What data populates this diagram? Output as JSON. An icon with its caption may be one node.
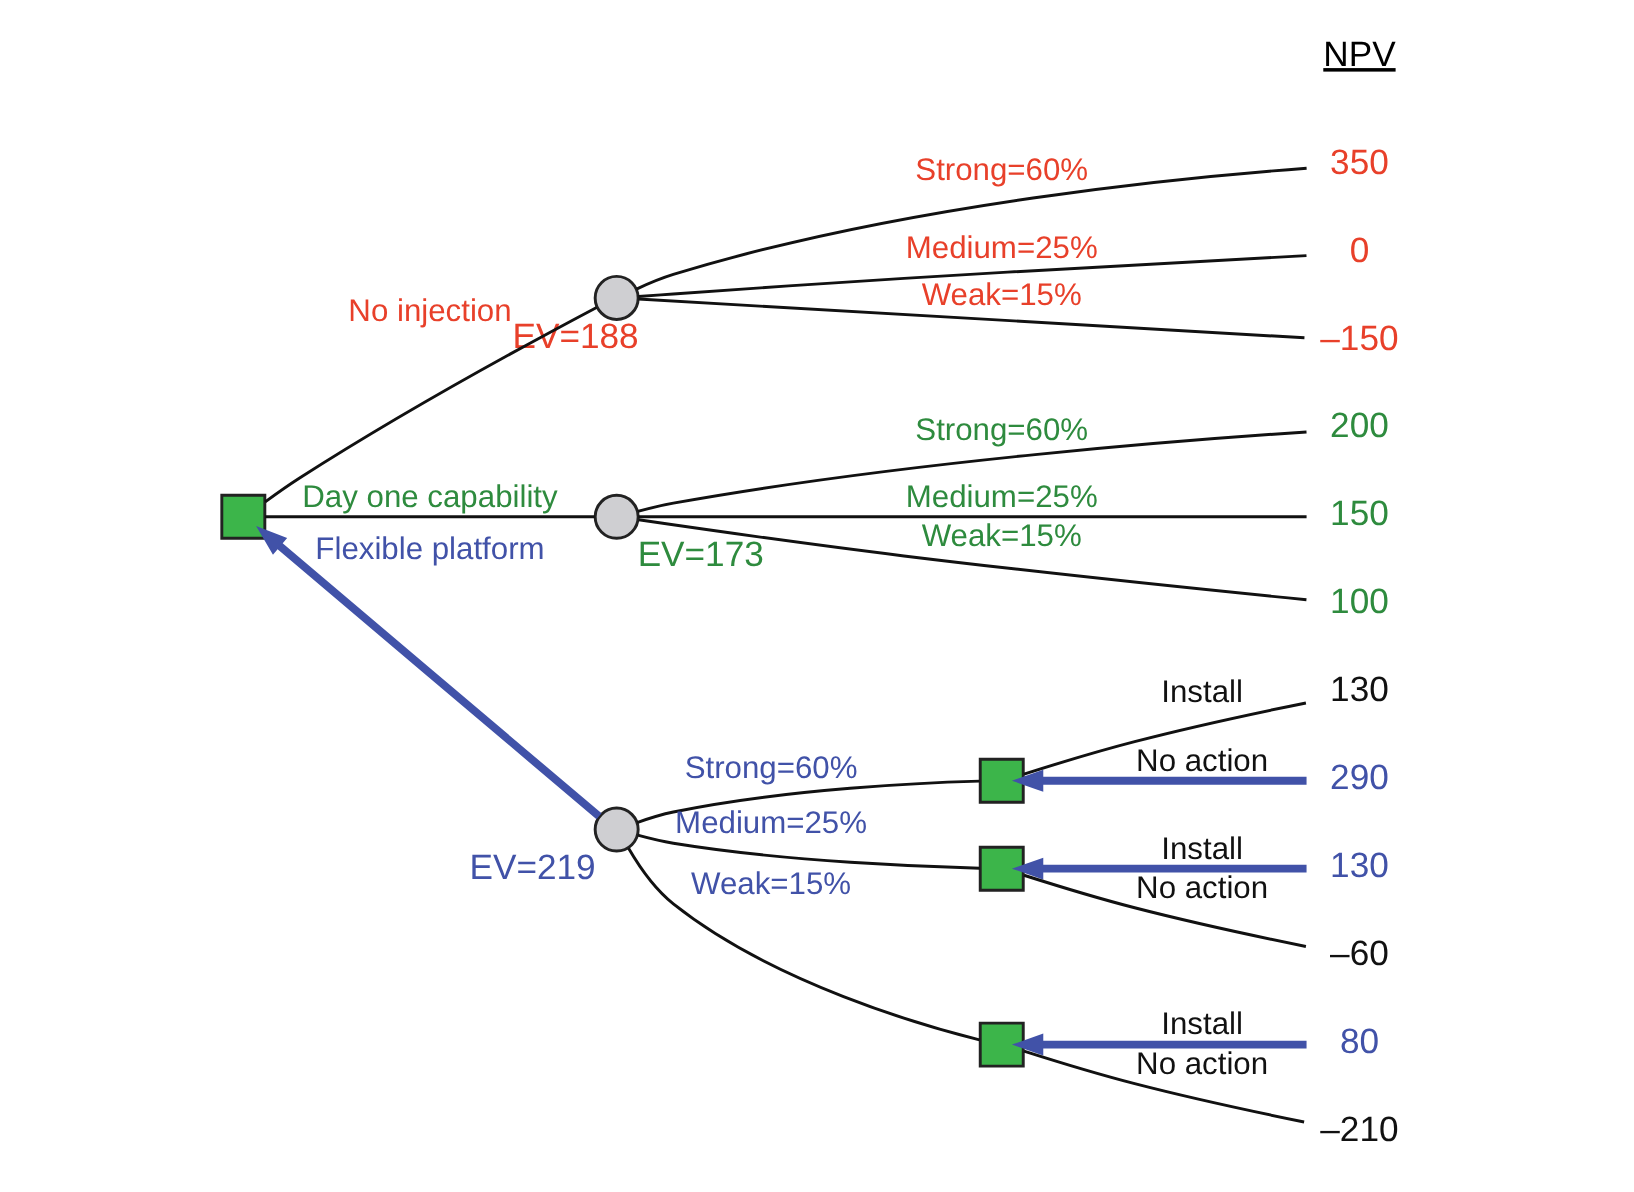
{
  "diagram": {
    "nodes": [
      {
        "text": [],
        "shape": "box"
      },
      {
        "text": [],
        "shape": "circle",
        "beside": [
          "EV=188"
        ]
      },
      {
        "text": [],
        "shape": "circle",
        "beside": [
          "EV=173"
        ]
      },
      {
        "text": [],
        "shape": "circle",
        "beside": [
          "EV=219"
        ]
      },
      {
        "text": [],
        "shape": "box"
      },
      {
        "text": [],
        "shape": "box"
      },
      {
        "text": [],
        "shape": "box"
      },
      {
        "text": [
          "350"
        ]
      },
      {
        "text": [
          "0"
        ]
      },
      {
        "text": [
          "–150"
        ]
      },
      {
        "text": [
          "200"
        ]
      },
      {
        "text": [
          "150"
        ]
      },
      {
        "text": [
          "100"
        ]
      },
      {
        "text": [
          "130"
        ]
      },
      {
        "text": [
          "290"
        ]
      },
      {
        "text": [
          "130"
        ]
      },
      {
        "text": [
          "–60"
        ]
      },
      {
        "text": [
          "80"
        ]
      },
      {
        "text": [
          "–210"
        ]
      }
    ],
    "edges": [
      {
        "from": 0,
        "to": 1,
        "arrow": "none",
        "label": "No injection"
      },
      {
        "from": 0,
        "to": 2,
        "arrow": "none",
        "label": "Day one capability"
      },
      {
        "from": 3,
        "to": 0,
        "arrow": "to",
        "label": "Flexible platform",
        "style": "thick",
        "color": "#4152a8"
      },
      {
        "from": 1,
        "to": 7,
        "arrow": "none",
        "label": "Strong=60%"
      },
      {
        "from": 1,
        "to": 8,
        "arrow": "none",
        "label": "Medium=25%"
      },
      {
        "from": 1,
        "to": 9,
        "arrow": "none",
        "label": "Weak=15%"
      },
      {
        "from": 2,
        "to": 10,
        "arrow": "none",
        "label": "Strong=60%"
      },
      {
        "from": 2,
        "to": 11,
        "arrow": "none",
        "label": "Medium=25%"
      },
      {
        "from": 2,
        "to": 12,
        "arrow": "none",
        "label": "Weak=15%"
      },
      {
        "from": 3,
        "to": 4,
        "arrow": "none",
        "label": "Strong=60%"
      },
      {
        "from": 3,
        "to": 5,
        "arrow": "none",
        "label": "Medium=25%"
      },
      {
        "from": 3,
        "to": 6,
        "arrow": "none",
        "label": "Weak=15%"
      },
      {
        "from": 4,
        "to": 13,
        "arrow": "none",
        "label": "Install"
      },
      {
        "from": 14,
        "to": 4,
        "arrow": "to",
        "label": "No action",
        "style": "thick",
        "color": "#4152a8"
      },
      {
        "from": 15,
        "to": 5,
        "arrow": "to",
        "label": "Install",
        "style": "thick",
        "color": "#4152a8"
      },
      {
        "from": 5,
        "to": 16,
        "arrow": "none",
        "label": "No action"
      },
      {
        "from": 17,
        "to": 6,
        "arrow": "to",
        "label": "Install",
        "style": "thick",
        "color": "#4152a8"
      },
      {
        "from": 6,
        "to": 18,
        "arrow": "none",
        "label": "No action"
      }
    ],
    "labels": [
      "NPV"
    ]
  }
}
